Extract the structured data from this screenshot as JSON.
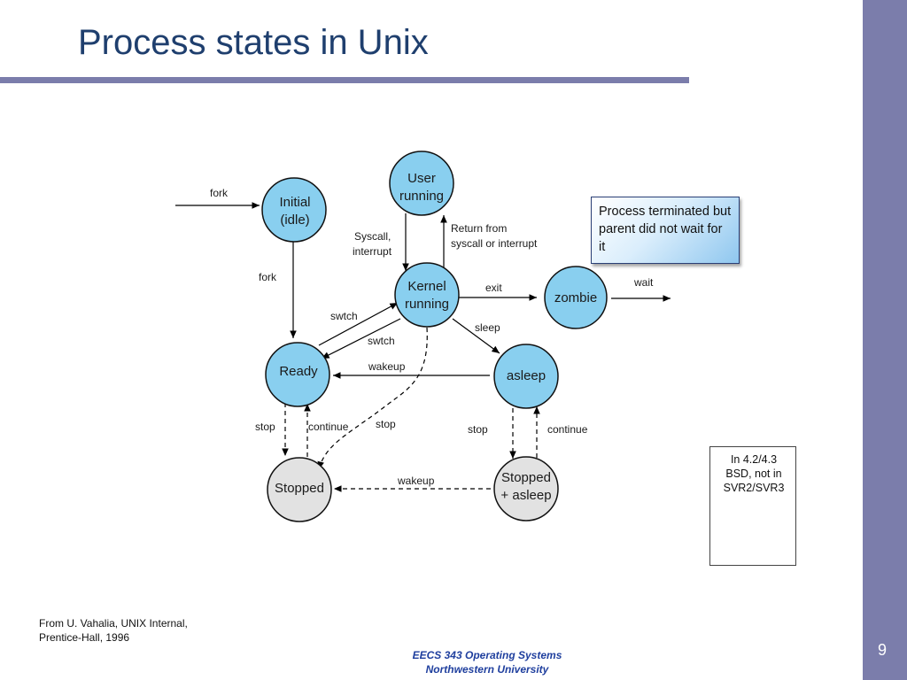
{
  "slide": {
    "title": "Process states in Unix",
    "page_number": "9",
    "source": "From U. Vahalia, UNIX Internal,\nPrentice-Hall, 1996",
    "footer_line1": "EECS 343 Operating Systems",
    "footer_line2": "Northwestern University"
  },
  "states": {
    "user_running": [
      "User",
      "running"
    ],
    "initial": [
      "Initial",
      "(idle)"
    ],
    "kernel_running": [
      "Kernel",
      "running"
    ],
    "zombie": [
      "zombie"
    ],
    "ready": [
      "Ready"
    ],
    "asleep": [
      "asleep"
    ],
    "stopped": [
      "Stopped"
    ],
    "stopped_asleep": [
      "Stopped",
      "+ asleep"
    ]
  },
  "edges": {
    "fork_in": "fork",
    "fork": "fork",
    "syscall": [
      "Syscall,",
      "interrupt"
    ],
    "return_from": [
      "Return from",
      "syscall or interrupt"
    ],
    "exit": "exit",
    "wait": "wait",
    "swtch_up": "swtch",
    "swtch_down": "swtch",
    "sleep": "sleep",
    "wakeup_top": "wakeup",
    "stop_left": "stop",
    "continue_left": "continue",
    "stop_mid": "stop",
    "stop_right": "stop",
    "continue_right": "continue",
    "wakeup_bottom": "wakeup"
  },
  "callout": {
    "text": "Process terminated but parent did not wait for it"
  },
  "note": {
    "lines": [
      "In 4.2/4.3",
      "BSD, not in",
      "SVR2/SVR3"
    ]
  },
  "colors": {
    "running_state_fill": "#89cfef",
    "stopped_state_fill": "#e2e2e2",
    "sidebar": "#7b7dab",
    "title": "#1f3f6e",
    "footer": "#1f3f9e"
  }
}
